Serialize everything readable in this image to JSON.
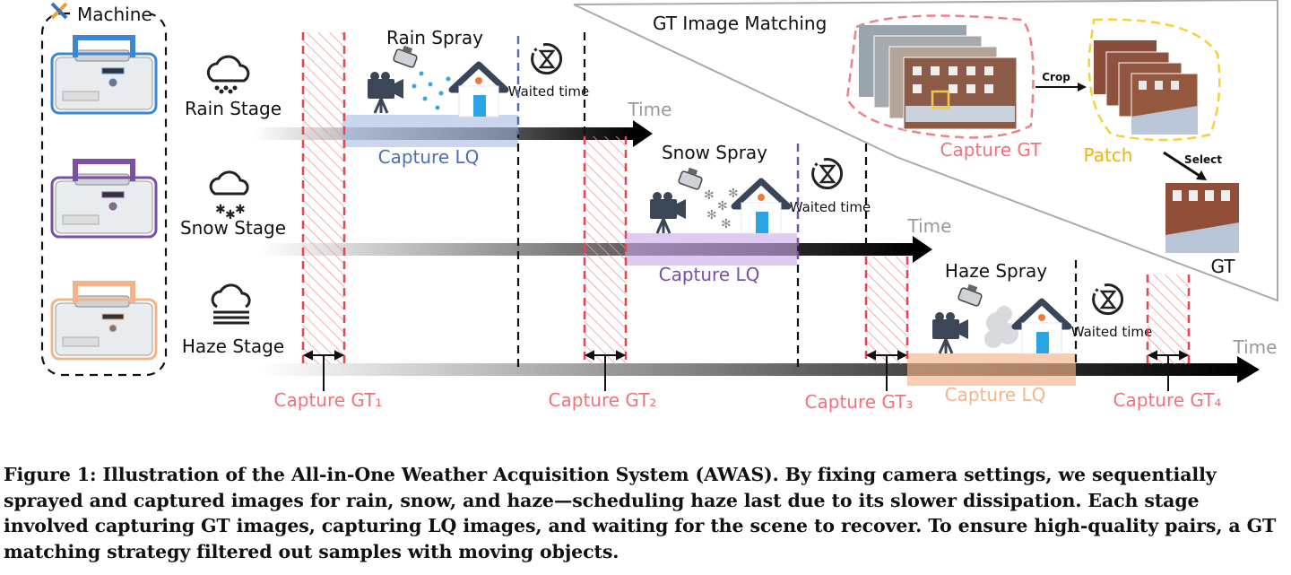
{
  "machine_label": "Machine",
  "stages": [
    {
      "name": "Rain Stage",
      "spray": "Rain Spray",
      "capture_lq": "Capture LQ",
      "waited": "Waited time",
      "time": "Time"
    },
    {
      "name": "Snow Stage",
      "spray": "Snow Spray",
      "capture_lq": "Capture LQ",
      "waited": "Waited time",
      "time": "Time"
    },
    {
      "name": "Haze Stage",
      "spray": "Haze Spray",
      "capture_lq": "Capture LQ",
      "waited": "Waited time",
      "time": "Time"
    }
  ],
  "capture_gt": [
    "Capture GT₁",
    "Capture GT₂",
    "Capture GT₃",
    "Capture GT₄"
  ],
  "gt_matching": {
    "title": "GT Image Matching",
    "capture_gt": "Capture GT",
    "crop": "Crop",
    "patch": "Patch",
    "select": "Select",
    "gt": "GT"
  },
  "colors": {
    "rain": "#4a6fb5",
    "snow": "#7a4fa8",
    "haze": "#f3b48a",
    "gt_red": "#e8454d",
    "patch_yellow": "#f5c842"
  },
  "caption": "Figure 1: Illustration of the All-in-One Weather Acquisition System (AWAS). By fixing camera settings, we sequentially sprayed and captured images for rain, snow, and haze—scheduling haze last due to its slower dissipation. Each stage involved capturing GT images, capturing LQ images, and waiting for the scene to recover. To ensure high-quality pairs, a GT matching strategy filtered out samples with moving objects."
}
